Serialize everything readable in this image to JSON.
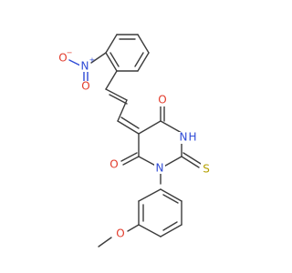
{
  "colors": {
    "bond": "#3c3c3c",
    "nitrogen": "#2f4bd6",
    "oxygen": "#e23b2b",
    "sulfur": "#b4a000",
    "background": "#ffffff"
  },
  "atoms": {
    "nitro_n": "N",
    "nitro_n_charge": "+",
    "nitro_o1": "O",
    "nitro_o1_charge": "−",
    "nitro_o2": "O",
    "carbonyl_o_top": "O",
    "carbonyl_o_left": "O",
    "nh": "N",
    "nh_h": "H",
    "thione_s": "S",
    "ring_n": "N",
    "methoxy_o": "O"
  }
}
